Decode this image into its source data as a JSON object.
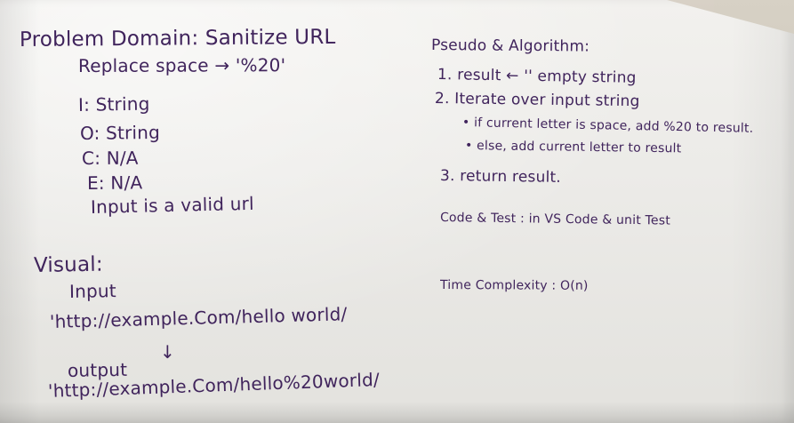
{
  "left": {
    "problem_domain": "Problem Domain: Sanitize URL",
    "replace_space": "Replace space → '%20'",
    "input_type": "I: String",
    "output_type": "O: String",
    "constraints": "C: N/A",
    "edge_cases": "E: N/A",
    "input_valid": "Input is a valid url",
    "visual": "Visual:",
    "input_label": "Input",
    "input_url": "'http://example.Com/hello world/",
    "arrow": "↓",
    "output_label": "output",
    "output_url": "'http://example.Com/hello%20world/"
  },
  "right": {
    "pseudo_title": "Pseudo & Algorithm:",
    "step1": "1. result ← '' empty string",
    "step2": "2. Iterate over input string",
    "step2a": "• if current letter is space, add %20 to result.",
    "step2b": "• else, add current letter to result",
    "step3": "3. return result.",
    "code_test": "Code & Test : in VS Code & unit Test",
    "time_complexity": "Time Complexity : O(n)"
  }
}
